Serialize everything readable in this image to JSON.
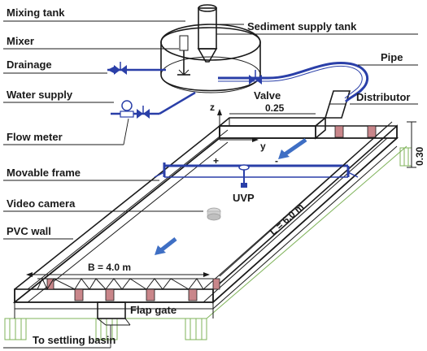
{
  "labels": {
    "mixing_tank": "Mixing tank",
    "mixer": "Mixer",
    "drainage": "Drainage",
    "water_supply": "Water supply",
    "flow_meter": "Flow meter",
    "movable_frame": "Movable frame",
    "video_camera": "Video camera",
    "pvc_wall": "PVC wall",
    "to_settling_basin": "To settling basin",
    "sediment_supply_tank": "Sediment supply tank",
    "pipe": "Pipe",
    "valve": "Valve",
    "distributor": "Distributor",
    "uvp": "UVP",
    "flap_gate": "Flap gate"
  },
  "dimensions": {
    "inlet_width": "0.25",
    "depth": "0.30",
    "length": "L = 6.0 m",
    "breadth": "B = 4.0 m"
  },
  "axes": {
    "z": "z",
    "y": "y",
    "plus": "+",
    "minus": "-"
  },
  "colors": {
    "pipe_blue": "#2a3fa8",
    "frame_blue": "#2a3fa8",
    "flow_arrow": "#3f6fc4",
    "outlet_red": "#c9868a",
    "support_green": "#7fb35a"
  }
}
